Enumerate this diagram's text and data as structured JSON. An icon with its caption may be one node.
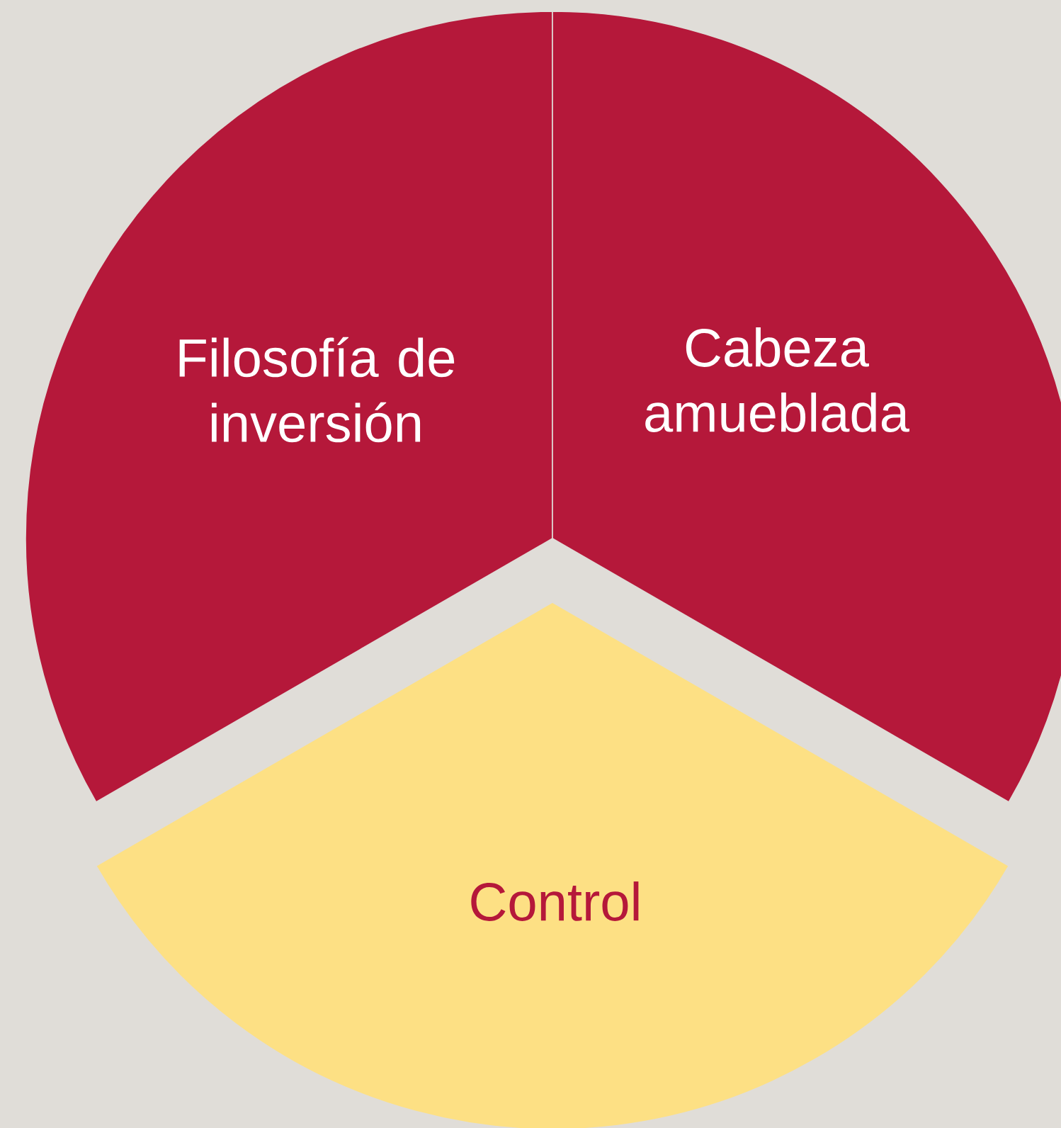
{
  "diagram": {
    "nodes": [
      {
        "text": [
          "Filosofía de inversión"
        ]
      },
      {
        "text": [
          "Cabeza amueblada"
        ]
      },
      {
        "text": [
          "Control"
        ]
      }
    ]
  }
}
